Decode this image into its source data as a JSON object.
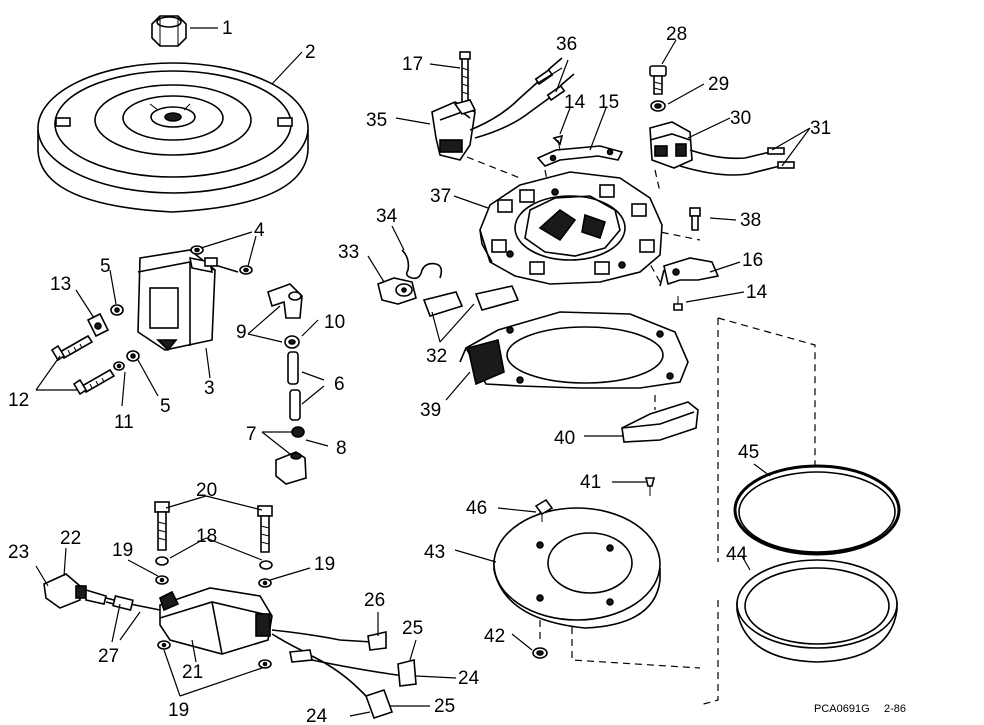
{
  "diagram": {
    "parts": [
      {
        "id": "p1",
        "label": "1"
      },
      {
        "id": "p2",
        "label": "2"
      },
      {
        "id": "p3",
        "label": "3"
      },
      {
        "id": "p4",
        "label": "4"
      },
      {
        "id": "p5a",
        "label": "5"
      },
      {
        "id": "p5b",
        "label": "5"
      },
      {
        "id": "p6",
        "label": "6"
      },
      {
        "id": "p7",
        "label": "7"
      },
      {
        "id": "p8",
        "label": "8"
      },
      {
        "id": "p9",
        "label": "9"
      },
      {
        "id": "p10",
        "label": "10"
      },
      {
        "id": "p11",
        "label": "11"
      },
      {
        "id": "p12",
        "label": "12"
      },
      {
        "id": "p13",
        "label": "13"
      },
      {
        "id": "p14a",
        "label": "14"
      },
      {
        "id": "p14b",
        "label": "14"
      },
      {
        "id": "p15",
        "label": "15"
      },
      {
        "id": "p16",
        "label": "16"
      },
      {
        "id": "p17",
        "label": "17"
      },
      {
        "id": "p18",
        "label": "18"
      },
      {
        "id": "p19a",
        "label": "19"
      },
      {
        "id": "p19b",
        "label": "19"
      },
      {
        "id": "p19c",
        "label": "19"
      },
      {
        "id": "p20",
        "label": "20"
      },
      {
        "id": "p21",
        "label": "21"
      },
      {
        "id": "p22",
        "label": "22"
      },
      {
        "id": "p23",
        "label": "23"
      },
      {
        "id": "p24a",
        "label": "24"
      },
      {
        "id": "p24b",
        "label": "24"
      },
      {
        "id": "p25a",
        "label": "25"
      },
      {
        "id": "p25b",
        "label": "25"
      },
      {
        "id": "p26",
        "label": "26"
      },
      {
        "id": "p27",
        "label": "27"
      },
      {
        "id": "p28",
        "label": "28"
      },
      {
        "id": "p29",
        "label": "29"
      },
      {
        "id": "p30",
        "label": "30"
      },
      {
        "id": "p31",
        "label": "31"
      },
      {
        "id": "p32",
        "label": "32"
      },
      {
        "id": "p33",
        "label": "33"
      },
      {
        "id": "p34",
        "label": "34"
      },
      {
        "id": "p35",
        "label": "35"
      },
      {
        "id": "p36",
        "label": "36"
      },
      {
        "id": "p37",
        "label": "37"
      },
      {
        "id": "p38",
        "label": "38"
      },
      {
        "id": "p39",
        "label": "39"
      },
      {
        "id": "p40",
        "label": "40"
      },
      {
        "id": "p41",
        "label": "41"
      },
      {
        "id": "p42",
        "label": "42"
      },
      {
        "id": "p43",
        "label": "43"
      },
      {
        "id": "p44",
        "label": "44"
      },
      {
        "id": "p45",
        "label": "45"
      },
      {
        "id": "p46",
        "label": "46"
      }
    ],
    "reference": "PCA0691G",
    "date_code": "2-86"
  }
}
